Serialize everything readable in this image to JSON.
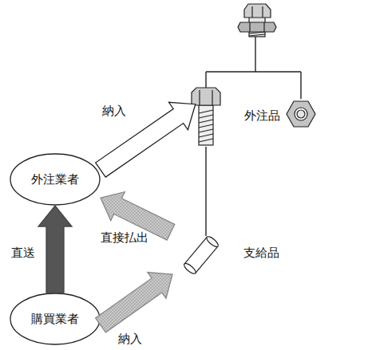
{
  "diagram": {
    "nodes": [
      {
        "text": [
          "外注品"
        ]
      },
      {
        "text": [
          "外注業者"
        ]
      },
      {
        "text": [
          "支給品"
        ]
      },
      {
        "text": [
          "購買業者"
        ]
      }
    ],
    "edges": [
      {
        "from": 1,
        "to": 0,
        "label": "納入",
        "arrow": "to"
      },
      {
        "from": 3,
        "to": 1,
        "label": "直送",
        "arrow": "to"
      },
      {
        "from": 2,
        "to": 1,
        "label": "直接払出",
        "arrow": "to"
      },
      {
        "from": 3,
        "to": 2,
        "label": "納入",
        "arrow": "to"
      },
      {
        "from": 0,
        "to": 2,
        "arrow": "none"
      }
    ]
  }
}
